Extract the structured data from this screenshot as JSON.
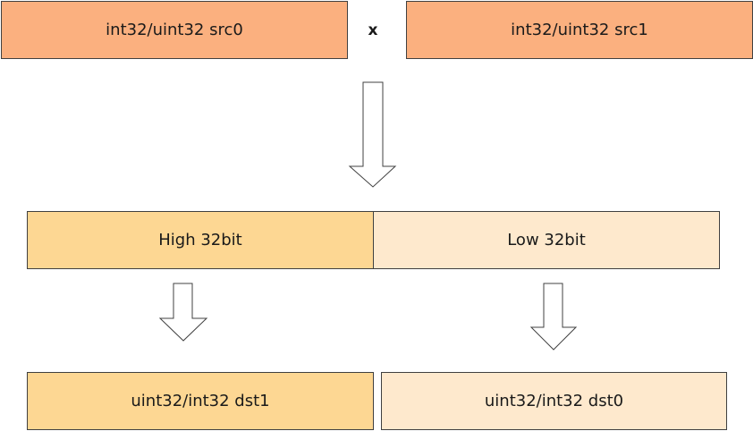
{
  "inputs": {
    "src0": "int32/uint32 src0",
    "operator": "x",
    "src1": "int32/uint32 src1"
  },
  "result": {
    "high": "High 32bit",
    "low": "Low 32bit"
  },
  "outputs": {
    "dst1": "uint32/int32 dst1",
    "dst0": "uint32/int32 dst0"
  },
  "colors": {
    "input_fill": "#fbb07f",
    "high_fill": "#fdd793",
    "low_fill": "#fee9cd",
    "border": "#404040"
  }
}
